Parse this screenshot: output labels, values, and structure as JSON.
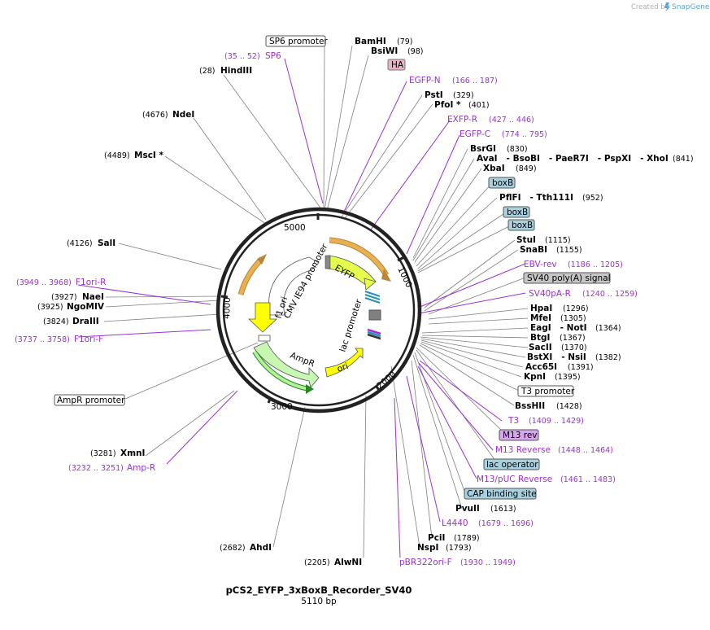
{
  "credit": {
    "created_by": "Created by",
    "brand": "SnapGene"
  },
  "title": "pCS2_EYFP_3xBoxB_Recorder_SV40",
  "subtitle": "5110 bp",
  "ticks": {
    "t1000": "1000",
    "t2000": "2000",
    "t3000": "3000",
    "t4000": "4000",
    "t5000": "5000"
  },
  "colors": {
    "primer": "#9b30d9",
    "feature_blue": "#a7d1e0",
    "feature_gray": "#c6c6c6",
    "feature_pink": "#e6b3c7",
    "feature_purple": "#d7a6ef",
    "yellow": "#ffff00",
    "orange": "#e9b04f",
    "green": "#c7f7b0",
    "lime": "#e6ff4d"
  },
  "labels": {
    "sp6_promoter": "SP6 promoter",
    "bamhi_name": "BamHI",
    "bamhi_pos": "(79)",
    "bsiwi_name": "BsiWI",
    "bsiwi_pos": "(98)",
    "ha": "HA",
    "sp6_pos": "(35 .. 52)",
    "sp6_name": "SP6",
    "hindiii_pos": "(28)",
    "hindiii_name": "HindIII",
    "egfpn_name": "EGFP-N",
    "egfpn_pos": "(166 .. 187)",
    "psti_name": "PstI",
    "psti_pos": "(329)",
    "pfoi_name": "PfoI *",
    "pfoi_pos": "(401)",
    "ndei_pos": "(4676)",
    "ndei_name": "NdeI",
    "exfpr_name": "EXFP-R",
    "exfpr_pos": "(427 .. 446)",
    "egfpc_name": "EGFP-C",
    "egfpc_pos": "(774 .. 795)",
    "bsrgi_name": "BsrGI",
    "bsrgi_pos": "(830)",
    "msci_pos": "(4489)",
    "msci_name": "MscI *",
    "avai_line": "AvaI   - BsoBI   - PaeR7I   - PspXI   - XhoI",
    "avai_pos": "(841)",
    "xbai_name": "XbaI",
    "xbai_pos": "(849)",
    "boxb1": "boxB",
    "pflfi_line": "PflFI   - Tth111I",
    "pflfi_pos": "(952)",
    "boxb2": "boxB",
    "boxb3": "boxB",
    "stui_name": "StuI",
    "stui_pos": "(1115)",
    "sali_pos": "(4126)",
    "sali_name": "SalI",
    "snabi_name": "SnaBI",
    "snabi_pos": "(1155)",
    "ebvrev_name": "EBV-rev",
    "ebvrev_pos": "(1186 .. 1205)",
    "f1orir_pos": "(3949 .. 3968)",
    "f1orir_name": "F1ori-R",
    "sv40polya": "SV40 poly(A) signal",
    "naei_pos": "(3927)",
    "naei_name": "NaeI",
    "ngomiv_pos": "(3925)",
    "ngomiv_name": "NgoMIV",
    "sv40par_name": "SV40pA-R",
    "sv40par_pos": "(1240 .. 1259)",
    "hpai_name": "HpaI",
    "hpai_pos": "(1296)",
    "mfei_name": "MfeI",
    "mfei_pos": "(1305)",
    "draiii_pos": "(3824)",
    "draiii_name": "DraIII",
    "eagi_line": "EagI   - NotI",
    "eagi_pos": "(1364)",
    "f1orif_pos": "(3737 .. 3758)",
    "f1orif_name": "F1ori-F",
    "btgi_name": "BtgI",
    "btgi_pos": "(1367)",
    "sacii_name": "SacII",
    "sacii_pos": "(1370)",
    "bstxi_line": "BstXI   - NsiI",
    "bstxi_pos": "(1382)",
    "acc65i_name": "Acc65I",
    "acc65i_pos": "(1391)",
    "kpni_name": "KpnI",
    "kpni_pos": "(1395)",
    "t3promoter": "T3 promoter",
    "ampr_promoter": "AmpR promoter",
    "bsshii_name": "BssHII",
    "bsshii_pos": "(1428)",
    "t3_name": "T3",
    "t3_pos": "(1409 .. 1429)",
    "m13rev_box": "M13 rev",
    "xmni_pos": "(3281)",
    "xmni_name": "XmnI",
    "m13reverse_name": "M13 Reverse",
    "m13reverse_pos": "(1448 .. 1464)",
    "ampr_pos": "(3232 .. 3251)",
    "ampr_name": "Amp-R",
    "lac_operator": "lac operator",
    "m13puc_name": "M13/pUC Reverse",
    "m13puc_pos": "(1461 .. 1483)",
    "cap_site": "CAP binding site",
    "pvuii_name": "PvuII",
    "pvuii_pos": "(1613)",
    "l4440_name": "L4440",
    "l4440_pos": "(1679 .. 1696)",
    "ahdi_pos": "(2682)",
    "ahdi_name": "AhdI",
    "pcii_name": "PciI",
    "pcii_pos": "(1789)",
    "nspi_name": "NspI",
    "nspi_pos": "(1793)",
    "alwni_pos": "(2205)",
    "alwni_name": "AlwNI",
    "pbr322_name": "pBR322ori-F",
    "pbr322_pos": "(1930 .. 1949)"
  },
  "inner": {
    "eyfp": "EYFP",
    "cmv": "CMV IE94 promoter",
    "f1ori": "f1 ori",
    "ampr": "AmpR",
    "ori": "ori",
    "lac": "lac promoter"
  }
}
